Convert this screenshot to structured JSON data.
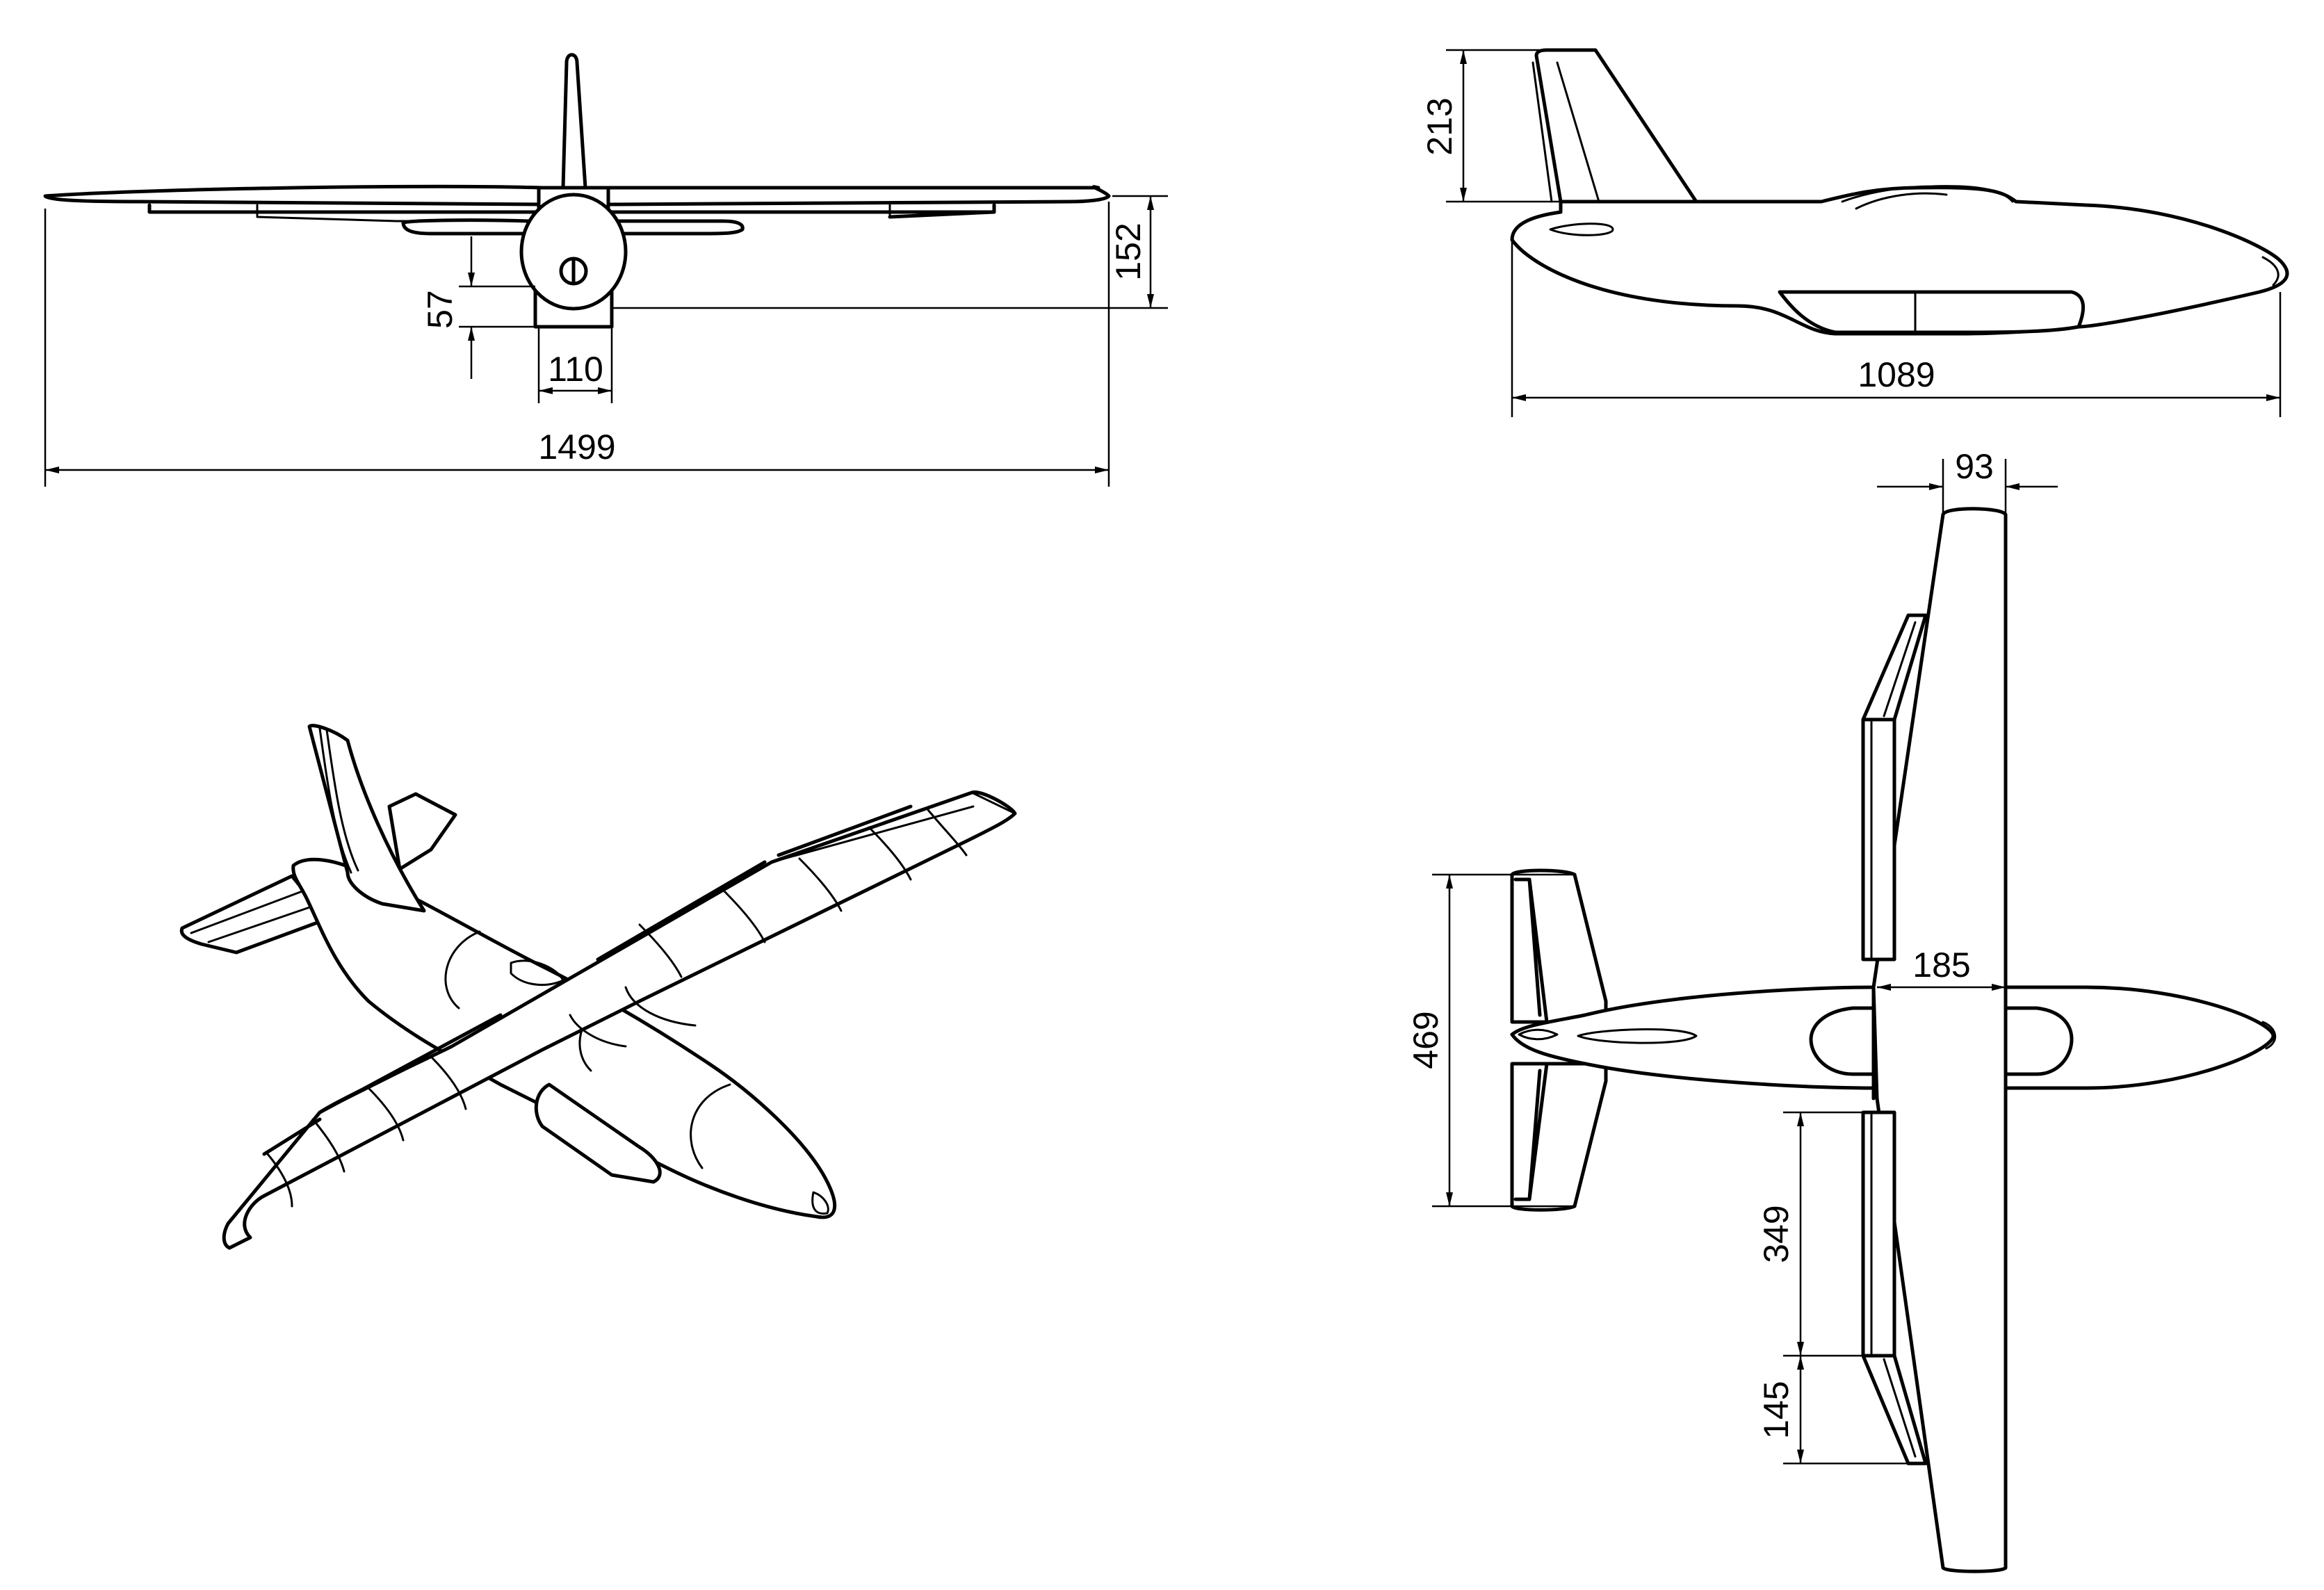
{
  "drawing": {
    "front_view": {
      "span_label": "1499",
      "height_label": "152",
      "gear_height_label": "57",
      "fuselage_width_label": "110"
    },
    "side_view": {
      "fin_height_label": "213",
      "length_label": "1089"
    },
    "top_view": {
      "tip_chord_label": "93",
      "root_chord_label": "185",
      "tail_span_label": "469",
      "flap_span_label": "349",
      "aileron_span_label": "145"
    },
    "isometric_view": {}
  }
}
